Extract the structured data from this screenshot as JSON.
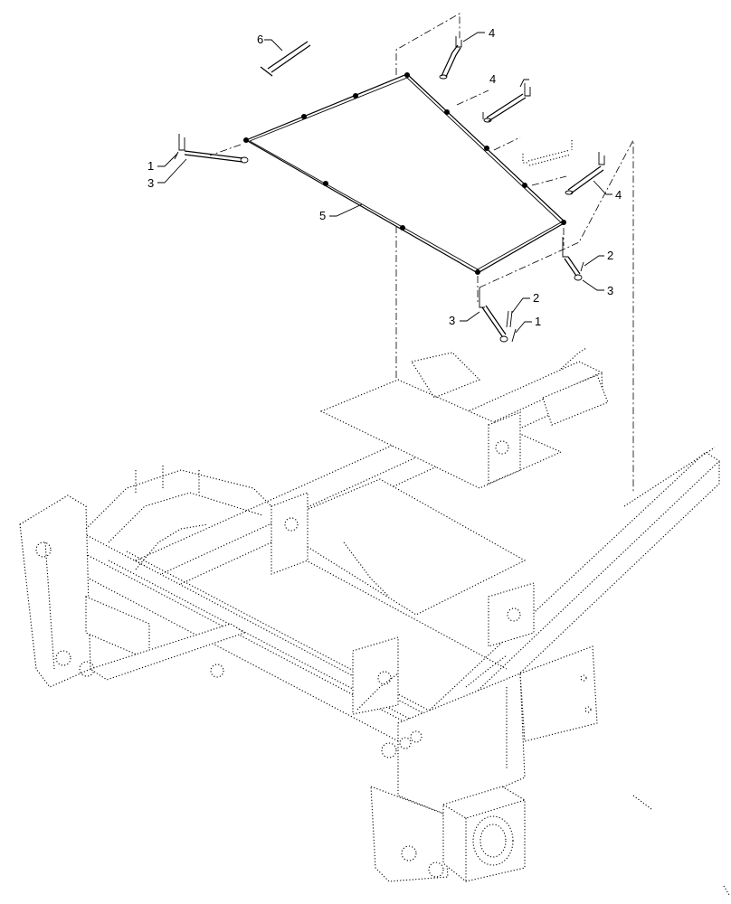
{
  "diagram": {
    "callouts": {
      "c1": "6",
      "c2": "4",
      "c3": "4",
      "c4": "1",
      "c5": "3",
      "c6": "5",
      "c7": "4",
      "c8": "2",
      "c9": "3",
      "c10": "2",
      "c11": "3",
      "c12": "1"
    }
  }
}
